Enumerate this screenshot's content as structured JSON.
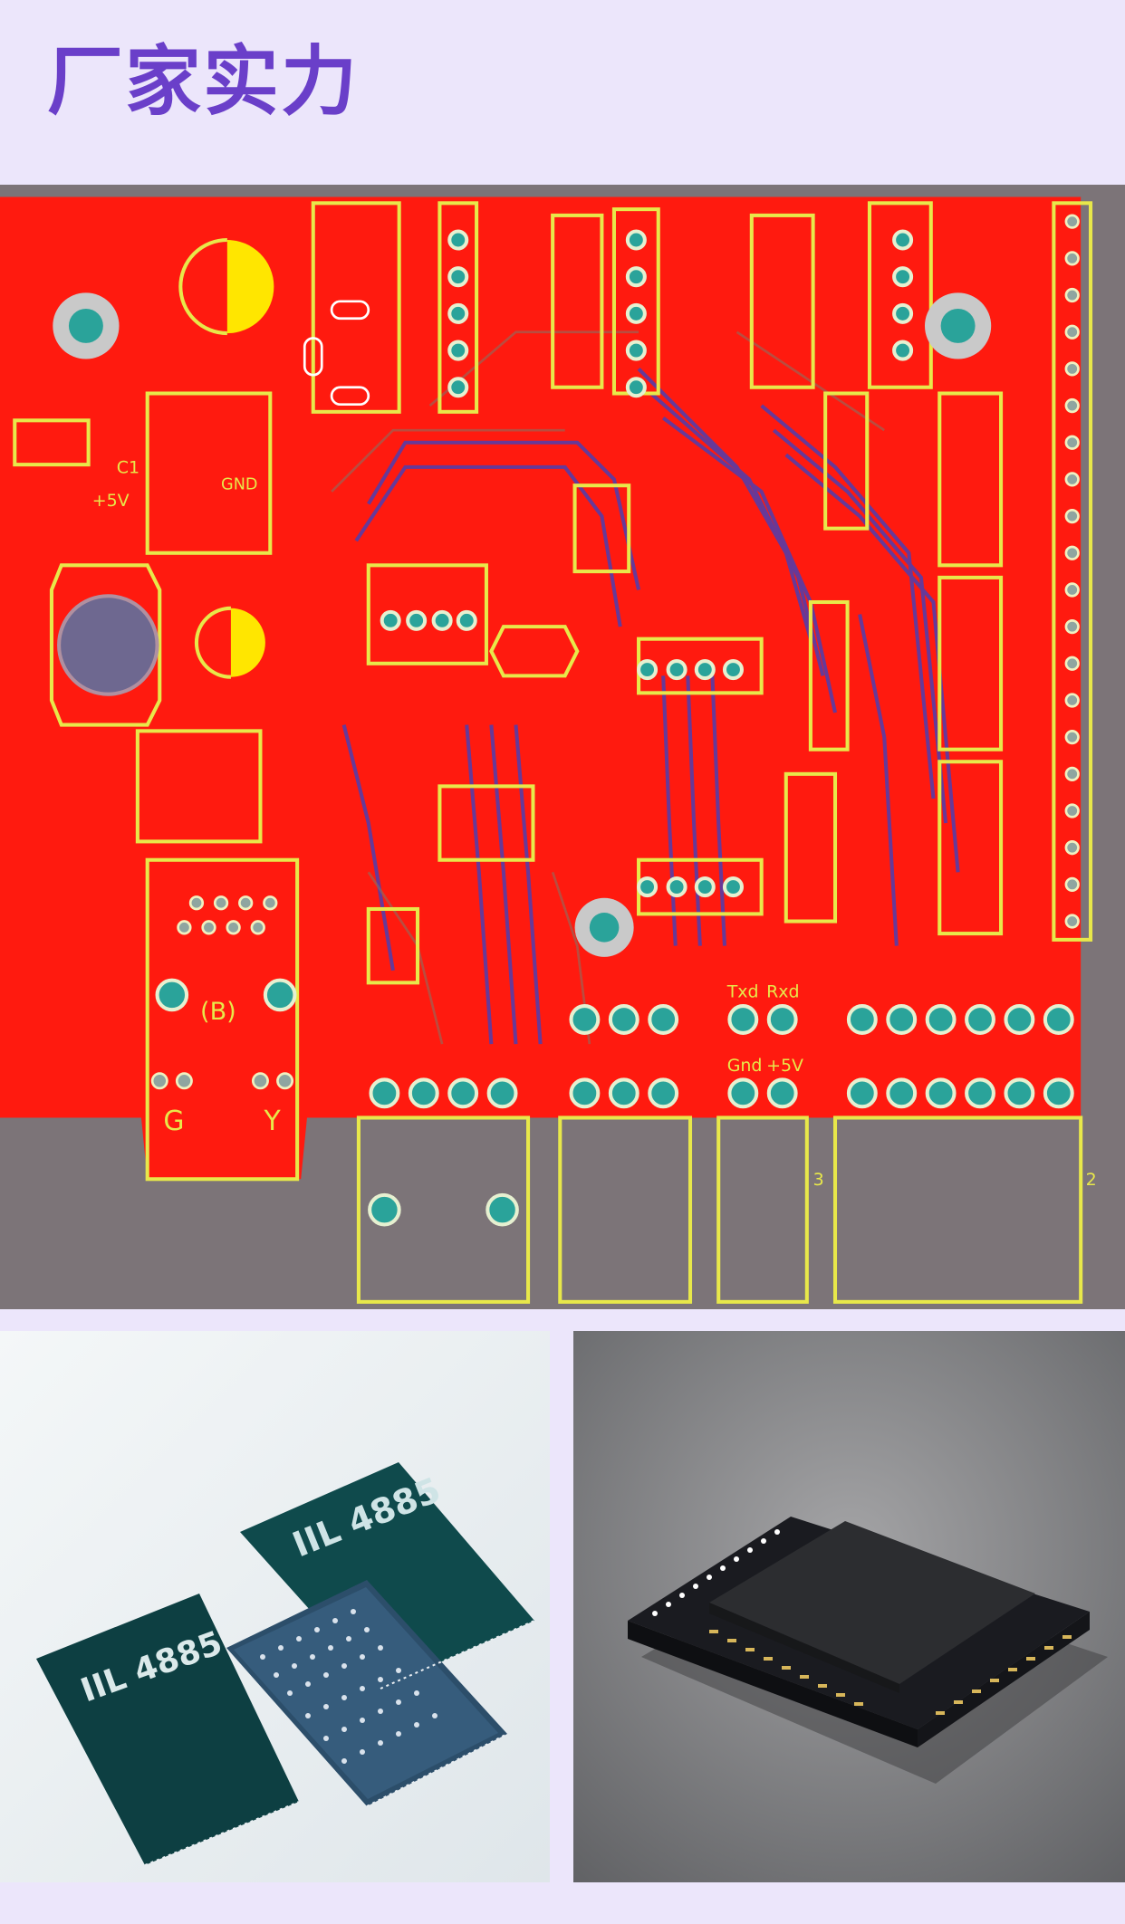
{
  "header": {
    "title": "厂家实力"
  },
  "pcb": {
    "labels": {
      "ref_r": "C1",
      "gnd_box": "GND",
      "plus5v": "+5V",
      "connector_b": "(B)",
      "pin_g": "G",
      "pin_y": "Y",
      "txd": "Txd",
      "rxd": "Rxd",
      "gnd": "Gnd",
      "plus5v_b": "+5V",
      "slot_3": "3",
      "slot_2": "2"
    }
  },
  "chips": {
    "marking_front": "IIL 4885",
    "marking_back": "IIL 4885"
  },
  "colors": {
    "title": "#6a3fc9",
    "background": "#ece6fb",
    "pcb_copper": "#ff1a0f",
    "silkscreen": "#e8e84a",
    "pad": "#2aa39a"
  }
}
